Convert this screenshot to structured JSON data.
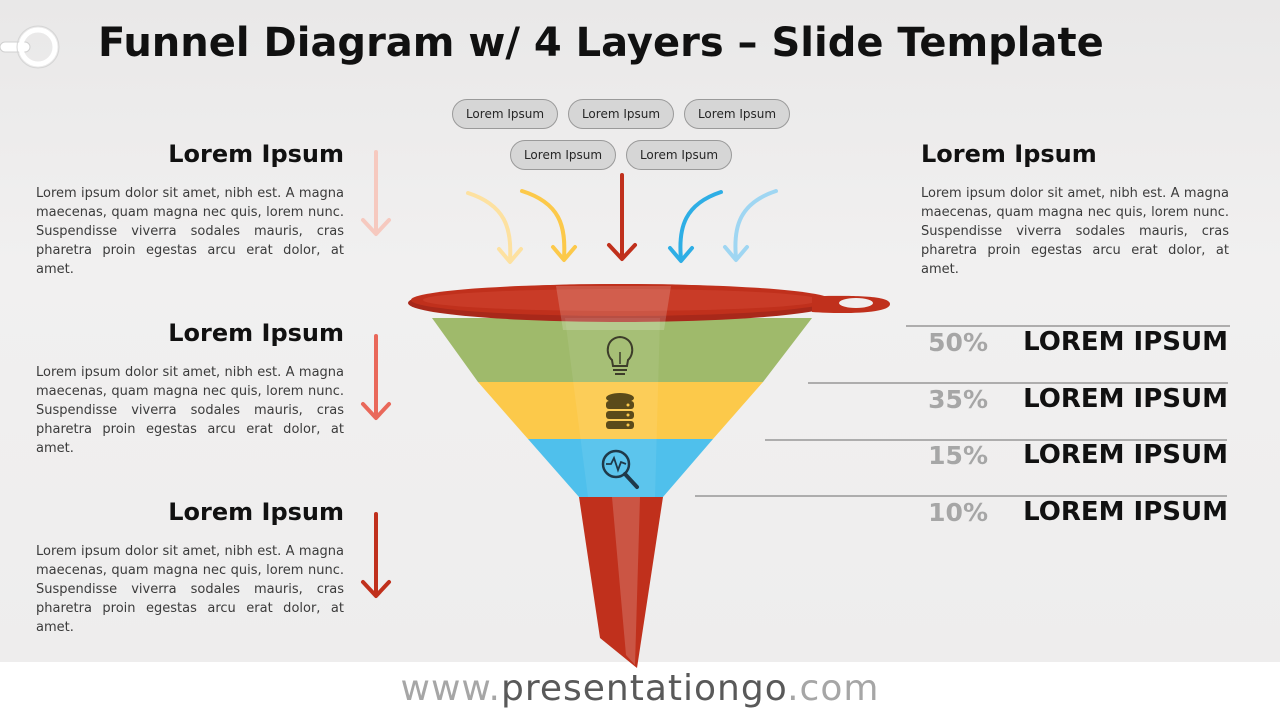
{
  "title": "Funnel Diagram w/ 4 Layers – Slide Template",
  "pills": [
    "Lorem Ipsum",
    "Lorem Ipsum",
    "Lorem Ipsum",
    "Lorem Ipsum",
    "Lorem Ipsum"
  ],
  "left_blocks": [
    {
      "heading": "Lorem Ipsum",
      "body": "Lorem ipsum dolor sit amet, nibh est. A magna maecenas, quam magna nec quis, lorem nunc. Suspendisse viverra sodales mauris, cras pharetra proin egestas arcu erat dolor, at amet."
    },
    {
      "heading": "Lorem Ipsum",
      "body": "Lorem ipsum dolor sit amet, nibh est. A magna maecenas, quam magna nec quis, lorem nunc. Suspendisse viverra sodales mauris, cras pharetra proin egestas arcu erat dolor, at amet."
    },
    {
      "heading": "Lorem Ipsum",
      "body": "Lorem ipsum dolor sit amet, nibh est. A magna maecenas, quam magna nec quis, lorem nunc. Suspendisse viverra sodales mauris, cras pharetra proin egestas arcu erat dolor, at amet."
    }
  ],
  "right_block": {
    "heading": "Lorem Ipsum",
    "body": "Lorem ipsum dolor sit amet, nibh est. A magna maecenas, quam magna nec quis, lorem nunc. Suspendisse viverra sodales mauris, cras pharetra proin egestas arcu erat dolor, at amet."
  },
  "layers": [
    {
      "percent": "50%",
      "label": "LOREM IPSUM",
      "color": "#9fba6b",
      "icon": "lightbulb-icon"
    },
    {
      "percent": "35%",
      "label": "LOREM IPSUM",
      "color": "#fcc94a",
      "icon": "database-icon"
    },
    {
      "percent": "15%",
      "label": "LOREM IPSUM",
      "color": "#4fc0ec",
      "icon": "magnifier-pulse-icon"
    },
    {
      "percent": "10%",
      "label": "LOREM IPSUM",
      "color": "#c0301c",
      "icon": "funnel-spout"
    }
  ],
  "footer": {
    "prefix": "www.",
    "brand": "presentationgo",
    "suffix": ".com"
  }
}
